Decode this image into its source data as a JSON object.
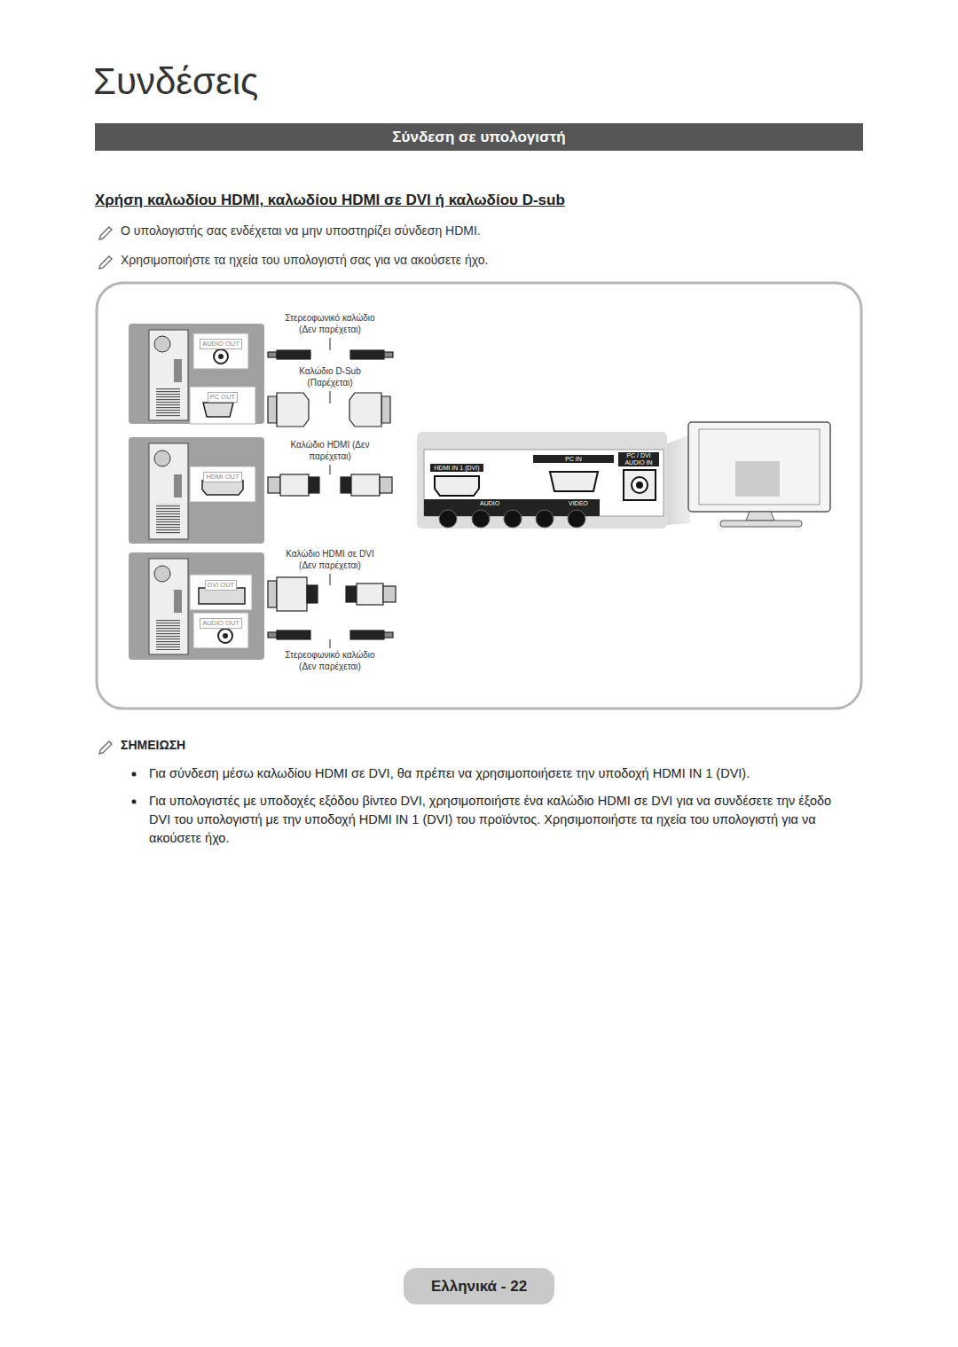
{
  "diagram": {
    "title": "Συνδέσεις",
    "nodes": [
      {
        "text": [
          "Σύνδεση σε υπολογιστή"
        ]
      },
      {
        "text": [
          "AUDIO OUT"
        ]
      },
      {
        "text": [
          "PC OUT"
        ]
      },
      {
        "text": [
          "HDMI OUT"
        ]
      },
      {
        "text": [
          "DVI OUT"
        ]
      },
      {
        "text": [
          "AUDIO OUT"
        ]
      },
      {
        "text": [
          "HDMI IN 1 (DVI)"
        ]
      },
      {
        "text": [
          "PC IN"
        ]
      },
      {
        "text": [
          "PC / DVI AUDIO IN"
        ]
      },
      {
        "text": [
          "Ελληνικά - 22"
        ]
      }
    ],
    "edges": [
      {
        "from": 1,
        "to": 8,
        "arrow": "to",
        "label": "Στερεοφωνικό καλώδιο (Δεν παρέχεται)"
      },
      {
        "from": 2,
        "to": 7,
        "arrow": "to",
        "label": "Καλώδιο D-Sub (Παρέχεται)"
      },
      {
        "from": 3,
        "to": 6,
        "arrow": "to",
        "label": "Καλώδιο HDMI (Δεν παρέχεται)"
      },
      {
        "from": 4,
        "to": 6,
        "arrow": "to",
        "label": "Καλώδιο HDMI σε DVI (Δεν παρέχεται)"
      },
      {
        "from": 5,
        "to": 8,
        "arrow": "to",
        "label": "Στερεοφωνικό καλώδιο (Δεν παρέχεται)"
      }
    ],
    "labels": [
      "Χρήση καλωδίου HDMI, καλωδίου HDMI σε DVI ή καλωδίου D-sub",
      "Ο υπολογιστής σας ενδέχεται να μην υποστηρίζει σύνδεση HDMI.",
      "Χρησιμοποιήστε τα ηχεία του υπολογιστή σας για να ακούσετε ήχο.",
      "ΣΗΜΕΙΩΣΗ",
      "Για σύνδεση μέσω καλωδίου HDMI σε DVI, θα πρέπει να χρησιμοποιήσετε την υποδοχή HDMI IN 1 (DVI).",
      "Για υπολογιστές με υποδοχές εξόδου βίντεο DVI, χρησιμοποιήστε ένα καλώδιο HDMI σε DVI για να συνδέσετε την έξοδο DVI του υπολογιστή με την υποδοχή HDMI IN 1 (DVI) του προϊόντος. Χρησιμοποιήστε τα ηχεία του υπολογιστή για να ακούσετε ήχο.",
      "AUDIO",
      "VIDEO"
    ]
  }
}
